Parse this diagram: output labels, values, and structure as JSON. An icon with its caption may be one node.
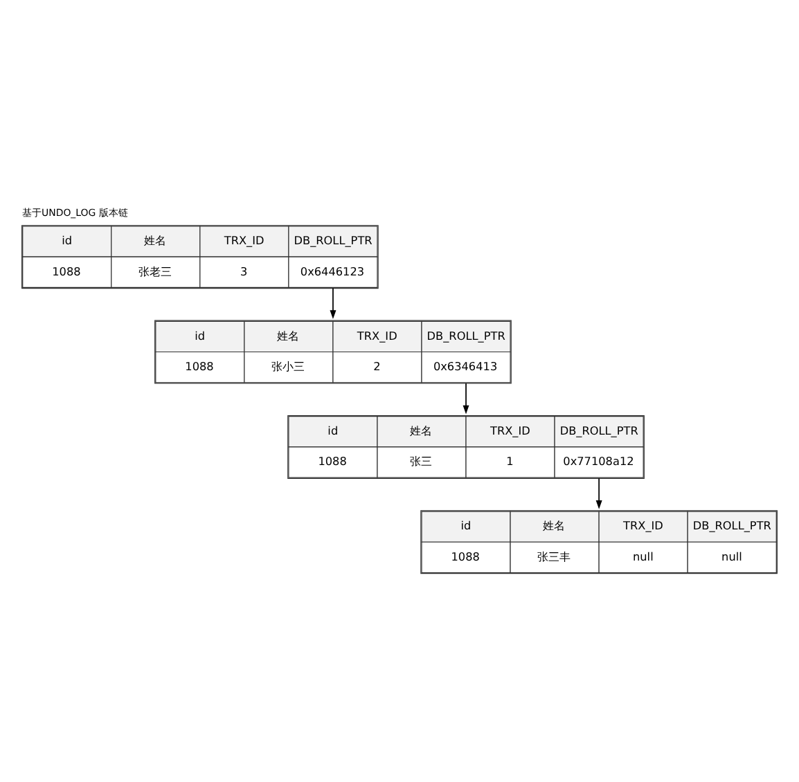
{
  "diagram": {
    "title": "基于UNDO_LOG 版本链",
    "nodes": [
      {
        "text": [
          "id",
          "姓名",
          "TRX_ID",
          "DB_ROLL_PTR",
          "1088",
          "张老三",
          "3",
          "0x6446123"
        ]
      },
      {
        "text": [
          "id",
          "姓名",
          "TRX_ID",
          "DB_ROLL_PTR",
          "1088",
          "张小三",
          "2",
          "0x6346413"
        ]
      },
      {
        "text": [
          "id",
          "姓名",
          "TRX_ID",
          "DB_ROLL_PTR",
          "1088",
          "张三",
          "1",
          "0x77108a12"
        ]
      },
      {
        "text": [
          "id",
          "姓名",
          "TRX_ID",
          "DB_ROLL_PTR",
          "1088",
          "张三丰",
          "null",
          "null"
        ]
      }
    ],
    "edges": [
      {
        "from": 0,
        "to": 1,
        "arrow": "to"
      },
      {
        "from": 1,
        "to": 2,
        "arrow": "to"
      },
      {
        "from": 2,
        "to": 3,
        "arrow": "to"
      }
    ]
  }
}
